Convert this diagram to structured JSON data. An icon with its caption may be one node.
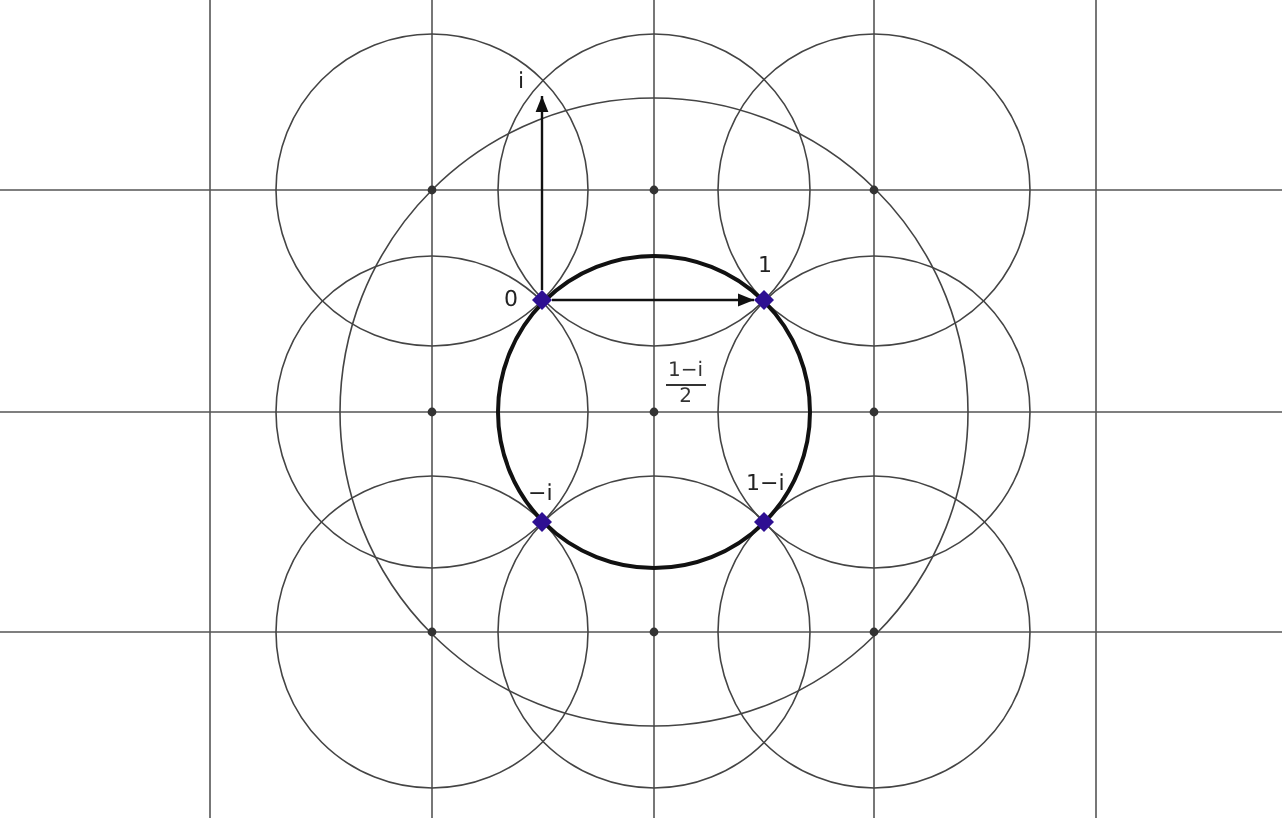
{
  "diagram": {
    "nodes": [
      {
        "text": [],
        "shape": "diamond",
        "beside": [
          "0"
        ]
      },
      {
        "text": [],
        "shape": "diamond",
        "beside": [
          "1"
        ]
      },
      {
        "text": [],
        "shape": "diamond",
        "beside": [
          "−i"
        ]
      },
      {
        "text": [],
        "shape": "diamond",
        "beside": [
          "1−i"
        ]
      },
      {
        "text": [
          "i"
        ]
      }
    ],
    "edges": [
      {
        "from": 0,
        "to": 4,
        "arrow": "to"
      },
      {
        "from": 0,
        "to": 1,
        "arrow": "to"
      }
    ],
    "labels": [
      "1−i",
      "2"
    ]
  }
}
